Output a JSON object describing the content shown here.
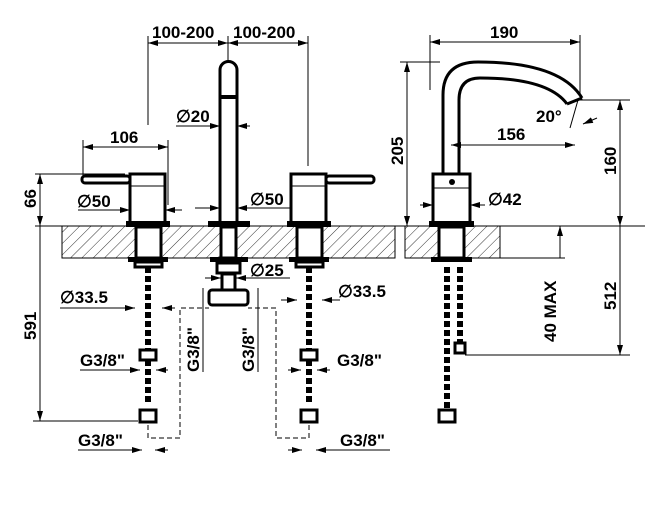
{
  "front_view": {
    "spacing_left": "100-200",
    "spacing_right": "100-200",
    "spout_diameter": "∅20",
    "lever_length": "106",
    "handle_height": "66",
    "handle_diameter_left": "∅50",
    "handle_diameter_right": "∅50",
    "spout_shank_diameter": "∅25",
    "shank_diameter_left": "∅33.5",
    "shank_diameter_right": "∅33.5",
    "hose_length": "591",
    "thread_left_upper": "G3/8\"",
    "thread_left_lower": "G3/8\"",
    "thread_right_upper": "G3/8\"",
    "thread_right_lower": "G3/8\"",
    "thread_center_left": "G3/8\"",
    "thread_center_right": "G3/8\""
  },
  "side_view": {
    "spout_reach": "190",
    "spout_height": "205",
    "spout_angle": "20°",
    "outlet_reach": "156",
    "outlet_height": "160",
    "body_diameter": "∅42",
    "max_counter_thickness": "40 MAX",
    "hose_length": "512"
  }
}
